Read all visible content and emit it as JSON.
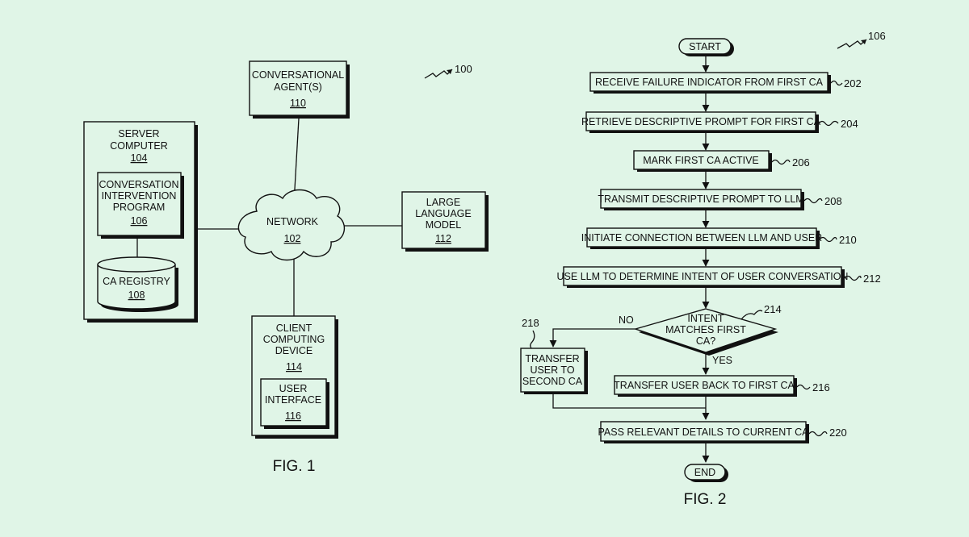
{
  "fig1": {
    "ref_number": "100",
    "caption": "FIG. 1",
    "conversational_agents": {
      "label_1": "CONVERSATIONAL",
      "label_2": "AGENT(S)",
      "number": "110"
    },
    "server_computer": {
      "label_1": "SERVER",
      "label_2": "COMPUTER",
      "number": "104"
    },
    "intervention_program": {
      "label_1": "CONVERSATION",
      "label_2": "INTERVENTION",
      "label_3": "PROGRAM",
      "number": "106"
    },
    "ca_registry": {
      "label": "CA REGISTRY",
      "number": "108"
    },
    "network": {
      "label": "NETWORK",
      "number": "102"
    },
    "llm": {
      "label_1": "LARGE",
      "label_2": "LANGUAGE",
      "label_3": "MODEL",
      "number": "112"
    },
    "client_device": {
      "label_1": "CLIENT",
      "label_2": "COMPUTING",
      "label_3": "DEVICE",
      "number": "114"
    },
    "user_interface": {
      "label_1": "USER",
      "label_2": "INTERFACE",
      "number": "116"
    }
  },
  "fig2": {
    "ref_number": "106",
    "caption": "FIG. 2",
    "start": "START",
    "end": "END",
    "steps": {
      "s202": {
        "text": "RECEIVE FAILURE INDICATOR FROM FIRST CA",
        "number": "202"
      },
      "s204": {
        "text": "RETRIEVE DESCRIPTIVE PROMPT FOR FIRST CA",
        "number": "204"
      },
      "s206": {
        "text": "MARK FIRST CA ACTIVE",
        "number": "206"
      },
      "s208": {
        "text": "TRANSMIT DESCRIPTIVE PROMPT TO LLM",
        "number": "208"
      },
      "s210": {
        "text": "INITIATE CONNECTION BETWEEN LLM AND USER",
        "number": "210"
      },
      "s212": {
        "text": "USE LLM TO DETERMINE INTENT OF USER CONVERSATION",
        "number": "212"
      },
      "s216": {
        "text": "TRANSFER USER BACK TO FIRST CA",
        "number": "216"
      },
      "s218": {
        "label_1": "TRANSFER",
        "label_2": "USER TO",
        "label_3": "SECOND CA",
        "number": "218"
      },
      "s220": {
        "text": "PASS RELEVANT DETAILS TO CURRENT CA",
        "number": "220"
      }
    },
    "decision": {
      "label_1": "INTENT",
      "label_2": "MATCHES FIRST",
      "label_3": "CA?",
      "number": "214",
      "no": "NO",
      "yes": "YES"
    }
  }
}
